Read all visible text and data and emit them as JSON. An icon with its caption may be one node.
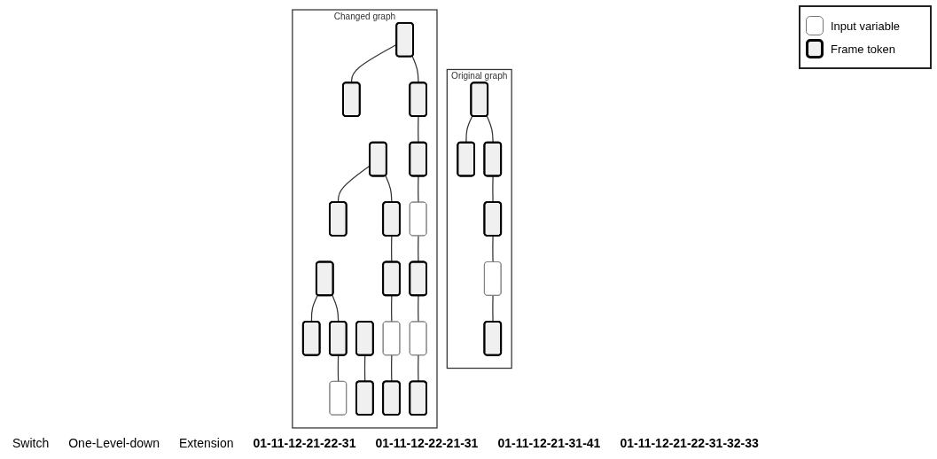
{
  "diagram": {
    "nodes": [
      {
        "text": [
          "Original graph"
        ]
      },
      {
        "text": [],
        "shape": "box",
        "in": 0
      },
      {
        "text": [],
        "shape": "box",
        "in": 0
      },
      {
        "text": [],
        "shape": "box",
        "in": 0
      },
      {
        "text": [],
        "shape": "box",
        "in": 0
      },
      {
        "text": [],
        "shape": "box",
        "in": 0
      },
      {
        "text": [],
        "shape": "box",
        "in": 0
      },
      {
        "text": [
          "Changed graph"
        ]
      },
      {
        "text": [],
        "shape": "box",
        "in": 7
      },
      {
        "text": [],
        "shape": "box",
        "in": 7
      },
      {
        "text": [],
        "shape": "box",
        "in": 7
      },
      {
        "text": [],
        "shape": "box",
        "in": 7
      },
      {
        "text": [],
        "shape": "box",
        "in": 7
      },
      {
        "text": [],
        "shape": "box",
        "in": 7
      },
      {
        "text": [],
        "shape": "box",
        "in": 7
      },
      {
        "text": [],
        "shape": "box",
        "in": 7
      },
      {
        "text": [],
        "shape": "box",
        "in": 7
      },
      {
        "text": [],
        "shape": "box",
        "in": 7
      },
      {
        "text": [],
        "shape": "box",
        "in": 7
      },
      {
        "text": [],
        "shape": "box",
        "in": 7
      },
      {
        "text": [],
        "shape": "box",
        "in": 7
      },
      {
        "text": [],
        "shape": "box",
        "in": 7
      },
      {
        "text": [],
        "shape": "box",
        "in": 7
      },
      {
        "text": [],
        "shape": "box",
        "in": 7
      },
      {
        "text": [],
        "shape": "box",
        "in": 7
      },
      {
        "text": [],
        "shape": "box",
        "in": 7
      },
      {
        "text": [],
        "shape": "box",
        "in": 7
      },
      {
        "text": [],
        "shape": "box",
        "in": 7
      }
    ],
    "edges": [
      {
        "from": 1,
        "to": 2,
        "arrow": "none"
      },
      {
        "from": 1,
        "to": 3,
        "arrow": "none"
      },
      {
        "from": 3,
        "to": 4,
        "arrow": "none"
      },
      {
        "from": 4,
        "to": 5,
        "arrow": "none"
      },
      {
        "from": 5,
        "to": 6,
        "arrow": "none"
      },
      {
        "from": 8,
        "to": 9,
        "arrow": "none"
      },
      {
        "from": 8,
        "to": 10,
        "arrow": "none"
      },
      {
        "from": 10,
        "to": 11,
        "arrow": "none"
      },
      {
        "from": 12,
        "to": 13,
        "arrow": "none"
      },
      {
        "from": 14,
        "to": 15,
        "arrow": "none"
      },
      {
        "from": 14,
        "to": 16,
        "arrow": "none"
      },
      {
        "from": 16,
        "to": 17,
        "arrow": "none"
      },
      {
        "from": 17,
        "to": 18,
        "arrow": "none"
      },
      {
        "from": 18,
        "to": 19,
        "arrow": "none"
      },
      {
        "from": 20,
        "to": 21,
        "arrow": "none"
      },
      {
        "from": 20,
        "to": 22,
        "arrow": "none"
      },
      {
        "from": 22,
        "to": 23,
        "arrow": "none"
      },
      {
        "from": 23,
        "to": 24,
        "arrow": "none"
      },
      {
        "from": 24,
        "to": 25,
        "arrow": "none"
      },
      {
        "from": 25,
        "to": 26,
        "arrow": "none"
      },
      {
        "from": 26,
        "to": 27,
        "arrow": "none"
      }
    ],
    "labels": [
      "Switch",
      "One-Level-down",
      "Extension",
      "01-11-12-21-22-31",
      "01-11-12-22-21-31",
      "01-11-12-21-31-41",
      "01-11-12-21-22-31-32-33"
    ],
    "legend": [
      {
        "text": "Input variable"
      },
      {
        "text": "Frame token"
      }
    ]
  }
}
